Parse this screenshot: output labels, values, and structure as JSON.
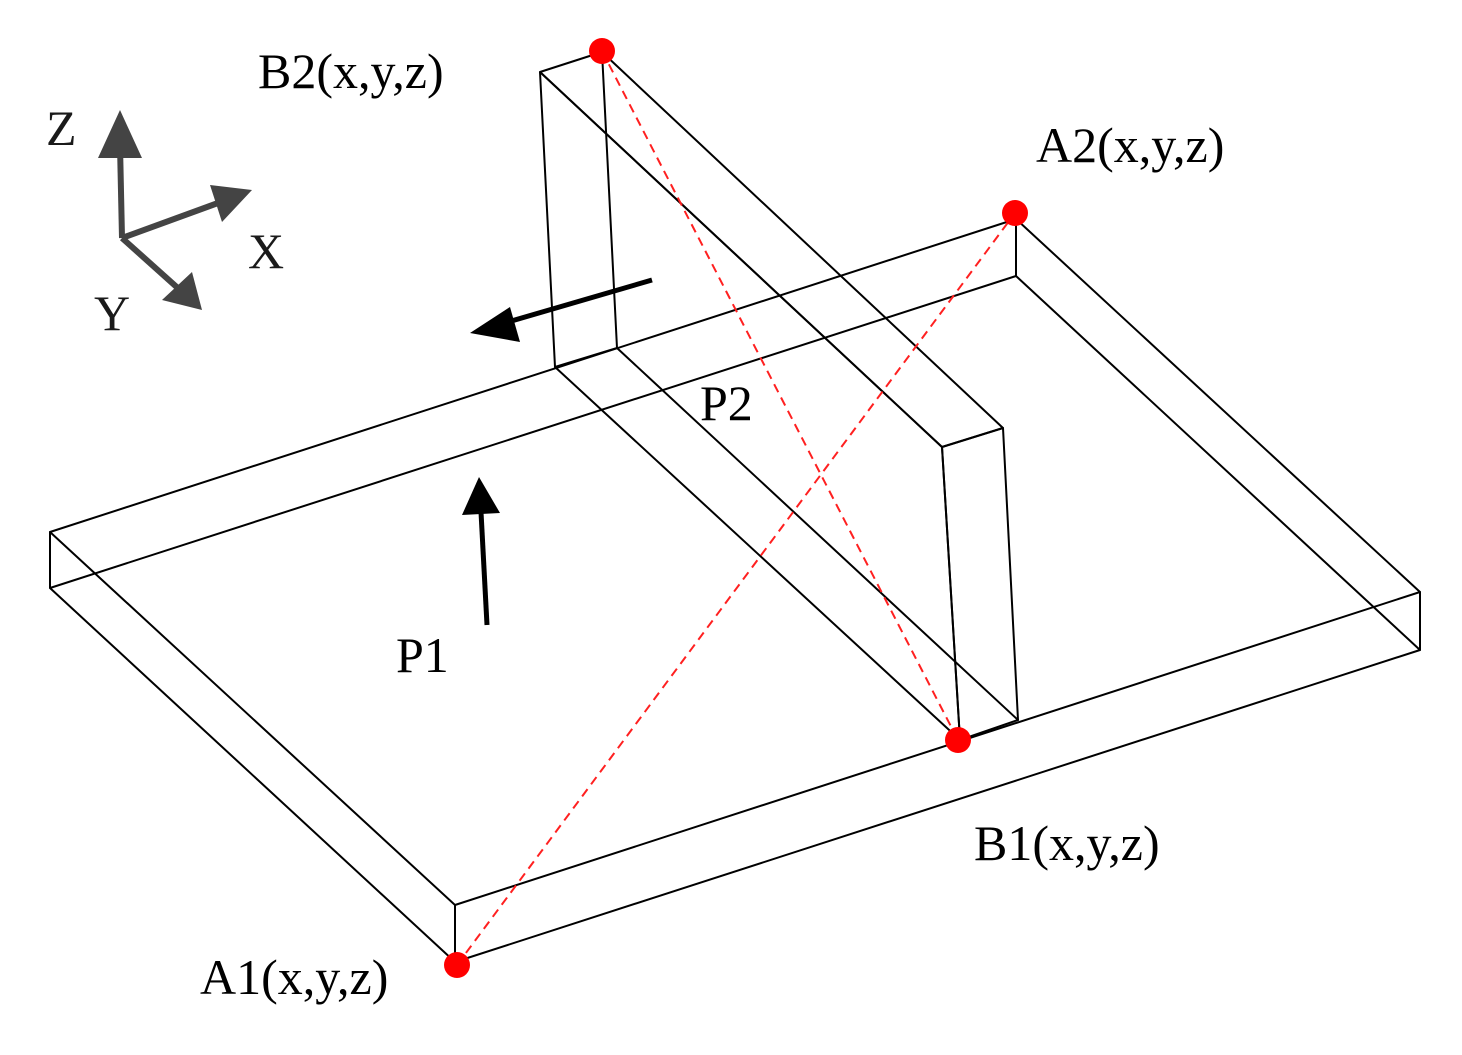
{
  "axes": {
    "x_label": "X",
    "y_label": "Y",
    "z_label": "Z"
  },
  "points": {
    "A1": {
      "label": "A1(x,y,z)"
    },
    "A2": {
      "label": "A2(x,y,z)"
    },
    "B1": {
      "label": "B1(x,y,z)"
    },
    "B2": {
      "label": "B2(x,y,z)"
    }
  },
  "directions": {
    "p1_label": "P1",
    "p2_label": "P2"
  },
  "colors": {
    "point": "#ff0000",
    "diagonal": "#ff2020",
    "edge": "#000000",
    "axis": "#444444"
  }
}
